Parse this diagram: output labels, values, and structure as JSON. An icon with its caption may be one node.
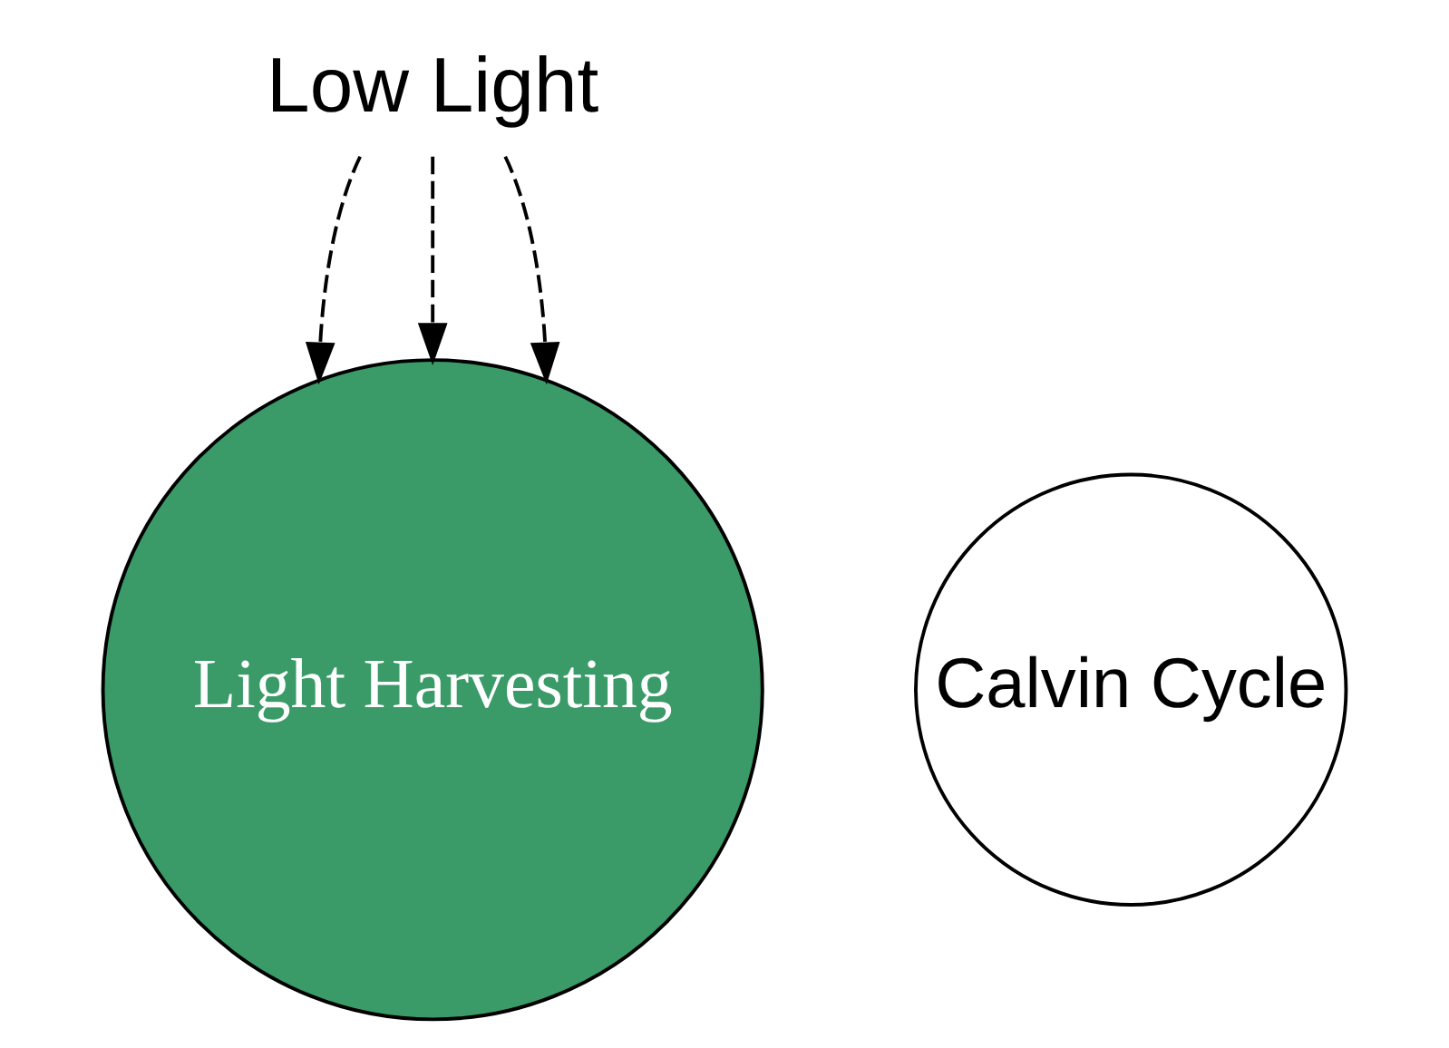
{
  "diagram": {
    "nodes": [
      {
        "text": [
          "Low Light"
        ]
      },
      {
        "text": [
          "Light Harvesting"
        ]
      },
      {
        "text": [
          "Calvin Cycle"
        ]
      }
    ],
    "edges": [
      {
        "from": 0,
        "to": 1,
        "arrow": "to",
        "style": "dashed"
      },
      {
        "from": 0,
        "to": 1,
        "arrow": "to",
        "style": "dashed"
      },
      {
        "from": 0,
        "to": 1,
        "arrow": "to",
        "style": "dashed"
      }
    ]
  }
}
